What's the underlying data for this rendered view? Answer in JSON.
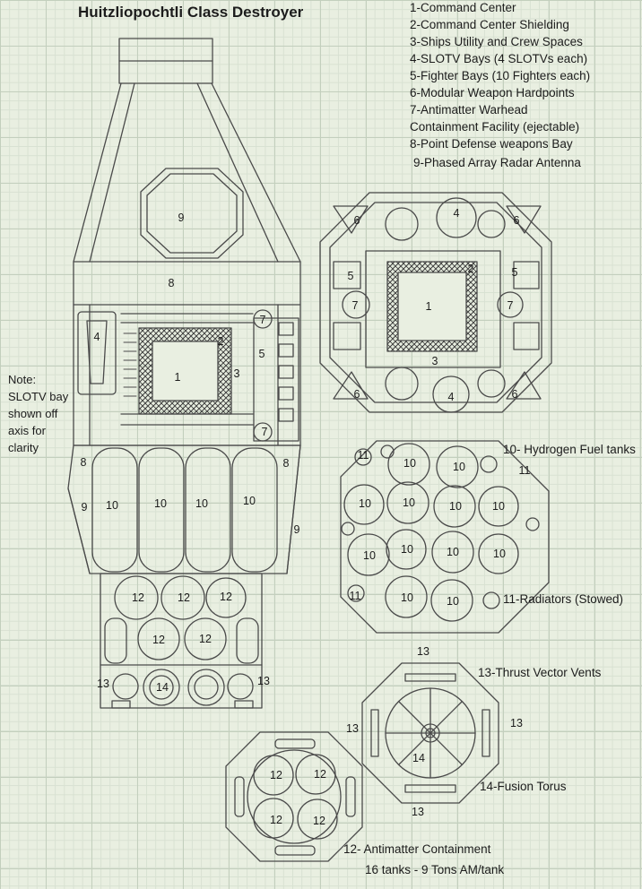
{
  "title": "Huitzliopochtli Class Destroyer",
  "legend": [
    "1-Command Center",
    "2-Command Center Shielding",
    "3-Ships Utility and Crew Spaces",
    "4-SLOTV Bays (4 SLOTVs each)",
    "5-Fighter Bays (10 Fighters each)",
    "6-Modular Weapon Hardpoints",
    "7-Antimatter Warhead",
    "Containment Facility (ejectable)",
    "8-Point Defense weapons Bay",
    "9-Phased Array Radar Antenna"
  ],
  "note": [
    "Note:",
    "SLOTV bay",
    "shown off",
    "axis for",
    "clarity"
  ],
  "callouts": {
    "hydrogen": "10- Hydrogen Fuel tanks",
    "radiators": "11-Radiators (Stowed)",
    "thrust": "13-Thrust Vector Vents",
    "fusion": "14-Fusion Torus",
    "antimatter": "12- Antimatter Containment",
    "antimatter_detail": "16 tanks - 9 Tons AM/tank"
  },
  "labels": {
    "n1": "1",
    "n2": "2",
    "n3": "3",
    "n4": "4",
    "n5": "5",
    "n6": "6",
    "n7": "7",
    "n8": "8",
    "n9": "9",
    "n10": "10",
    "n11": "11",
    "n12": "12",
    "n13": "13",
    "n14": "14"
  }
}
